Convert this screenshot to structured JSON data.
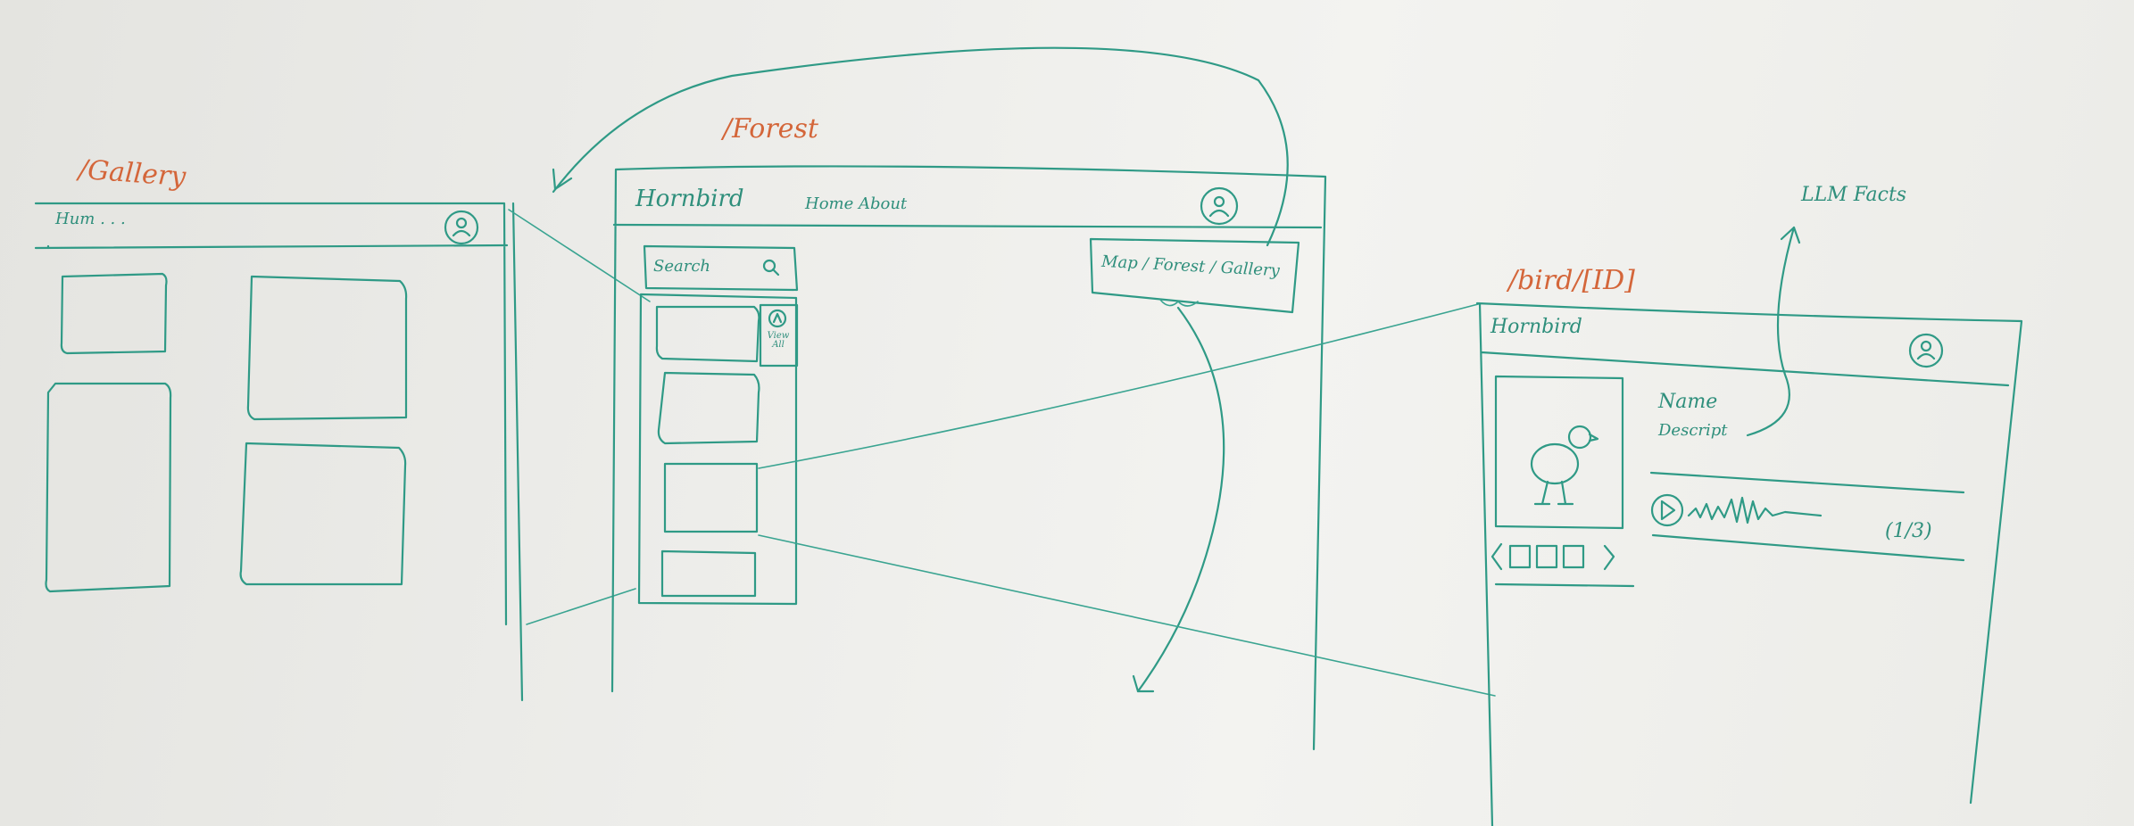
{
  "routes": {
    "gallery": "/Gallery",
    "forest": "/Forest",
    "bird": "/bird/[ID]"
  },
  "gallery_sketch": {
    "header_text": "Hum . . ."
  },
  "forest_sketch": {
    "logo": "Hornbird",
    "nav": "Home About",
    "search_label": "Search",
    "view_all": "View All",
    "breadcrumb": "Map / Forest / Gallery"
  },
  "bird_sketch": {
    "logo": "Hornbird",
    "name_label": "Name",
    "description_label": "Descript",
    "audio_counter": "(1/3)",
    "carousel_prev": "<",
    "carousel_next": ">"
  },
  "annotations": {
    "llm_facts": "LLM Facts"
  },
  "colors": {
    "marker_green": "#2f9a86",
    "marker_orange": "#d4663a",
    "whiteboard": "#ecebe6"
  },
  "icons": [
    "user-icon",
    "search-icon",
    "play-icon",
    "bird-drawing",
    "waveform"
  ]
}
